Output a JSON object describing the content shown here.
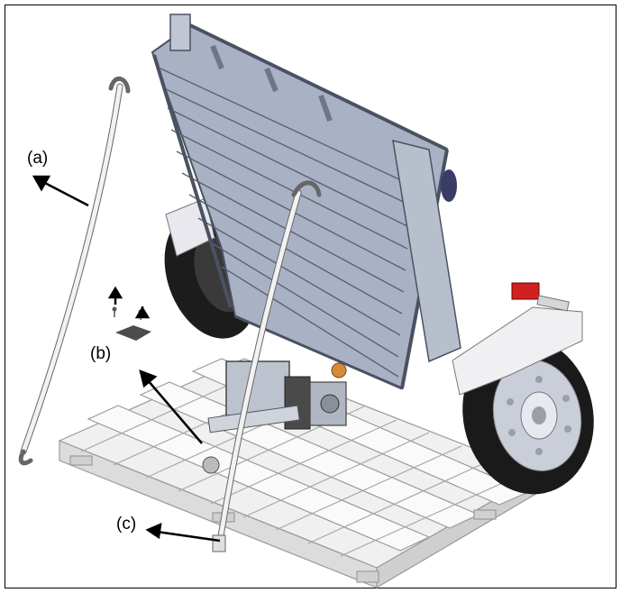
{
  "callouts": {
    "a": "(a)",
    "b": "(b)",
    "c": "(c)"
  },
  "colors": {
    "frame": "#8a93a5",
    "frame_dark": "#4a5262",
    "panel": "#a9b2c4",
    "tire": "#1c1c1c",
    "rim": "#c9ced8",
    "pallet": "#e9e9e9",
    "pallet_edge": "#9a9a9a",
    "strap": "#f2f2f2",
    "light": "#d02020",
    "accent": "#d58a3a",
    "bracket": "#555555"
  }
}
